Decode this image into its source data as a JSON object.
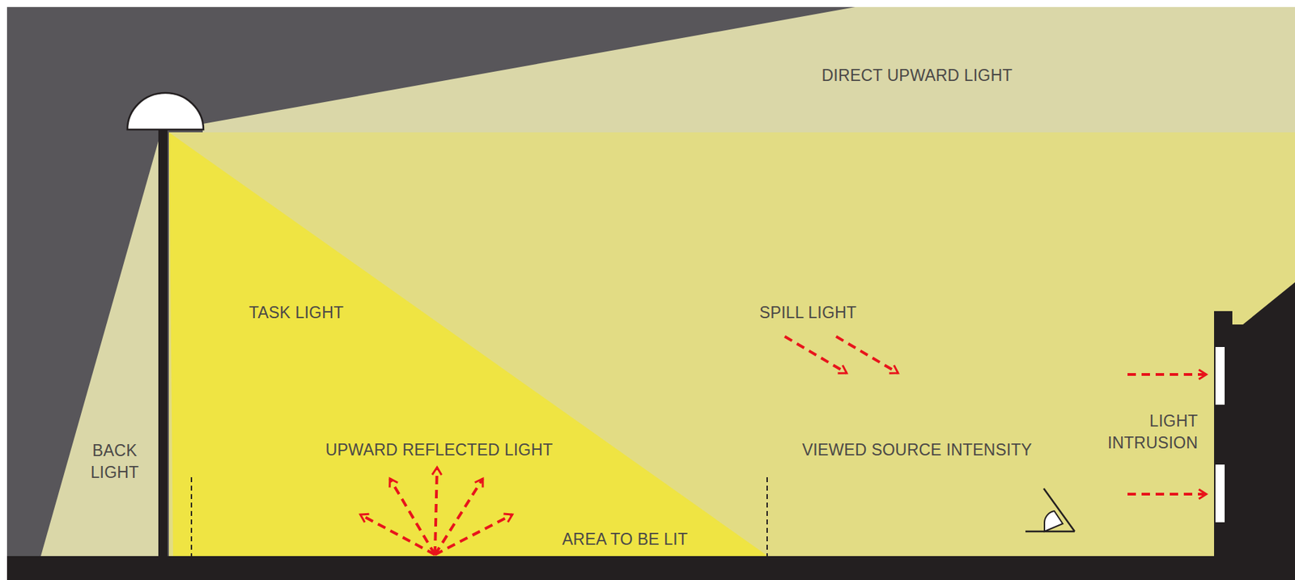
{
  "diagram": {
    "labels": [
      "DIRECT UPWARD LIGHT",
      "TASK LIGHT",
      "SPILL LIGHT",
      "BACK LIGHT",
      "UPWARD REFLECTED LIGHT",
      "VIEWED SOURCE INTENSITY",
      "LIGHT INTRUSION",
      "AREA TO BE LIT"
    ]
  }
}
